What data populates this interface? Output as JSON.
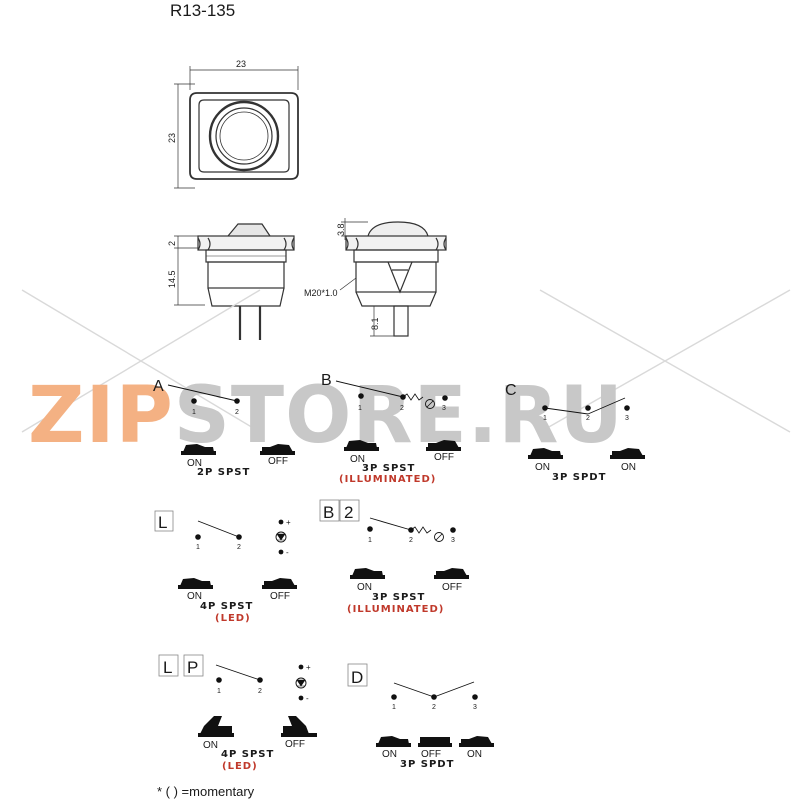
{
  "title": "R13-135",
  "dimensions": {
    "width": "23",
    "height": "23",
    "cap": "2",
    "body": "14.5",
    "lens": "3.8",
    "thread": "M20*1.0",
    "terminal": "8.1"
  },
  "watermark": {
    "part1": "ZIP",
    "part2": "STORE.RU",
    "color1": "#f4b183",
    "color2": "#c8c8c8"
  },
  "circuits": {
    "A": {
      "code": "A",
      "pin1": "1",
      "pin2": "2",
      "left_state": "ON",
      "right_state": "OFF",
      "type": "2P SPST"
    },
    "B": {
      "code": "B",
      "pin1": "1",
      "pin2": "2",
      "pin3": "3",
      "left_state": "ON",
      "right_state": "OFF",
      "type": "3P SPST",
      "note": "(ILLUMINATED)"
    },
    "C": {
      "code": "C",
      "pin1": "1",
      "pin2": "2",
      "pin3": "3",
      "left_state": "ON",
      "right_state": "ON",
      "type": "3P SPDT"
    },
    "L": {
      "code": "L",
      "pin1": "1",
      "pin2": "2",
      "plus": "+",
      "minus": "-",
      "left_state": "ON",
      "right_state": "OFF",
      "type": "4P SPST",
      "note": "(LED)"
    },
    "B2": {
      "code1": "B",
      "code2": "2",
      "pin1": "1",
      "pin2": "2",
      "pin3": "3",
      "left_state": "ON",
      "right_state": "OFF",
      "type": "3P SPST",
      "note": "(ILLUMINATED)"
    },
    "LP": {
      "code1": "L",
      "code2": "P",
      "pin1": "1",
      "pin2": "2",
      "plus": "+",
      "minus": "-",
      "left_state": "ON",
      "right_state": "OFF",
      "type": "4P SPST",
      "note": "(LED)"
    },
    "D": {
      "code": "D",
      "pin1": "1",
      "pin2": "2",
      "pin3": "3",
      "state1": "ON",
      "state2": "OFF",
      "state3": "ON",
      "type": "3P SPDT"
    }
  },
  "footnote": "* (  ) =momentary"
}
